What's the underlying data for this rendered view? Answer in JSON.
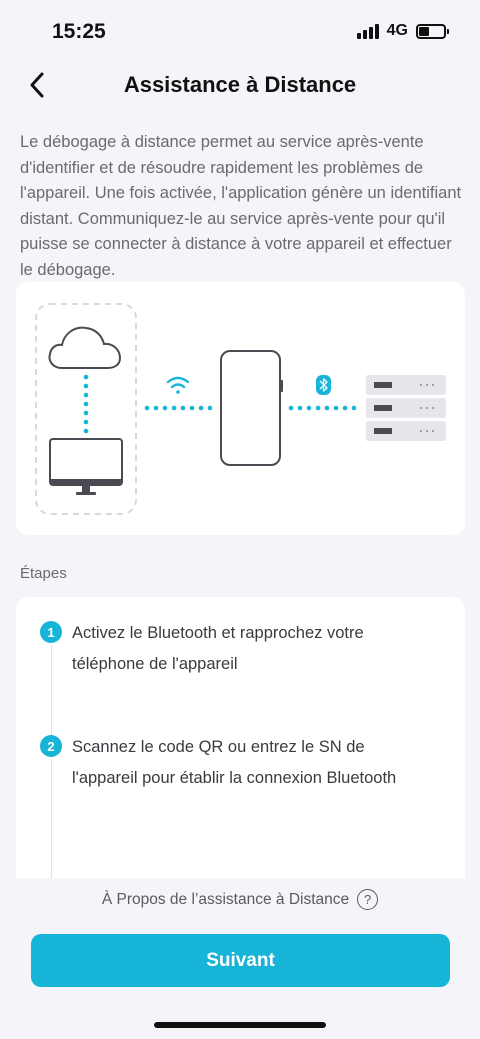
{
  "status_bar": {
    "time": "15:25",
    "network": "4G",
    "battery_level": 0.42,
    "signal_icon": "signal-bars-icon"
  },
  "header": {
    "back_icon": "chevron-left-icon",
    "title": "Assistance à Distance"
  },
  "description": "Le débogage à distance permet au service après-vente d'identifier et de résoudre rapidement les problèmes de l'appareil. Une fois activée, l'application génère un identifiant distant. Communiquez-le au service après-vente pour qu'il puisse se connecter à distance à votre appareil et effectuer le débogage.",
  "illustration": {
    "icons": [
      "cloud-icon",
      "monitor-icon",
      "wifi-icon",
      "phone-icon",
      "bluetooth-icon",
      "device-rack-icon"
    ]
  },
  "steps_section": {
    "label": "Étapes",
    "steps": [
      {
        "number": "1",
        "text": "Activez le Bluetooth et rapprochez votre téléphone de l'appareil"
      },
      {
        "number": "2",
        "text": "Scannez le code QR ou entrez le SN de l'appareil pour établir la connexion Bluetooth"
      }
    ]
  },
  "footer": {
    "about_label": "À Propos de l’assistance à Distance",
    "help_symbol": "?",
    "next_label": "Suivant"
  },
  "colors": {
    "accent": "#16b4d6",
    "background": "#f5f4f9",
    "card": "#ffffff",
    "text_secondary": "#6a6a72"
  }
}
